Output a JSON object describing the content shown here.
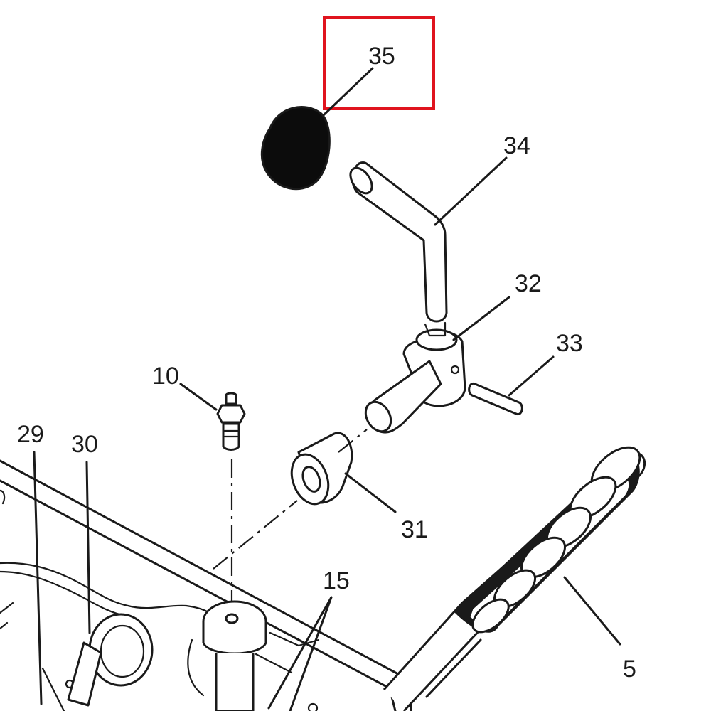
{
  "diagram": {
    "highlight_color": "#e0141e",
    "labels": {
      "p35": "35",
      "p34": "34",
      "p32": "32",
      "p33": "33",
      "p10": "10",
      "p29": "29",
      "p30": "30",
      "p31": "31",
      "p15": "15",
      "p5": "5"
    }
  }
}
